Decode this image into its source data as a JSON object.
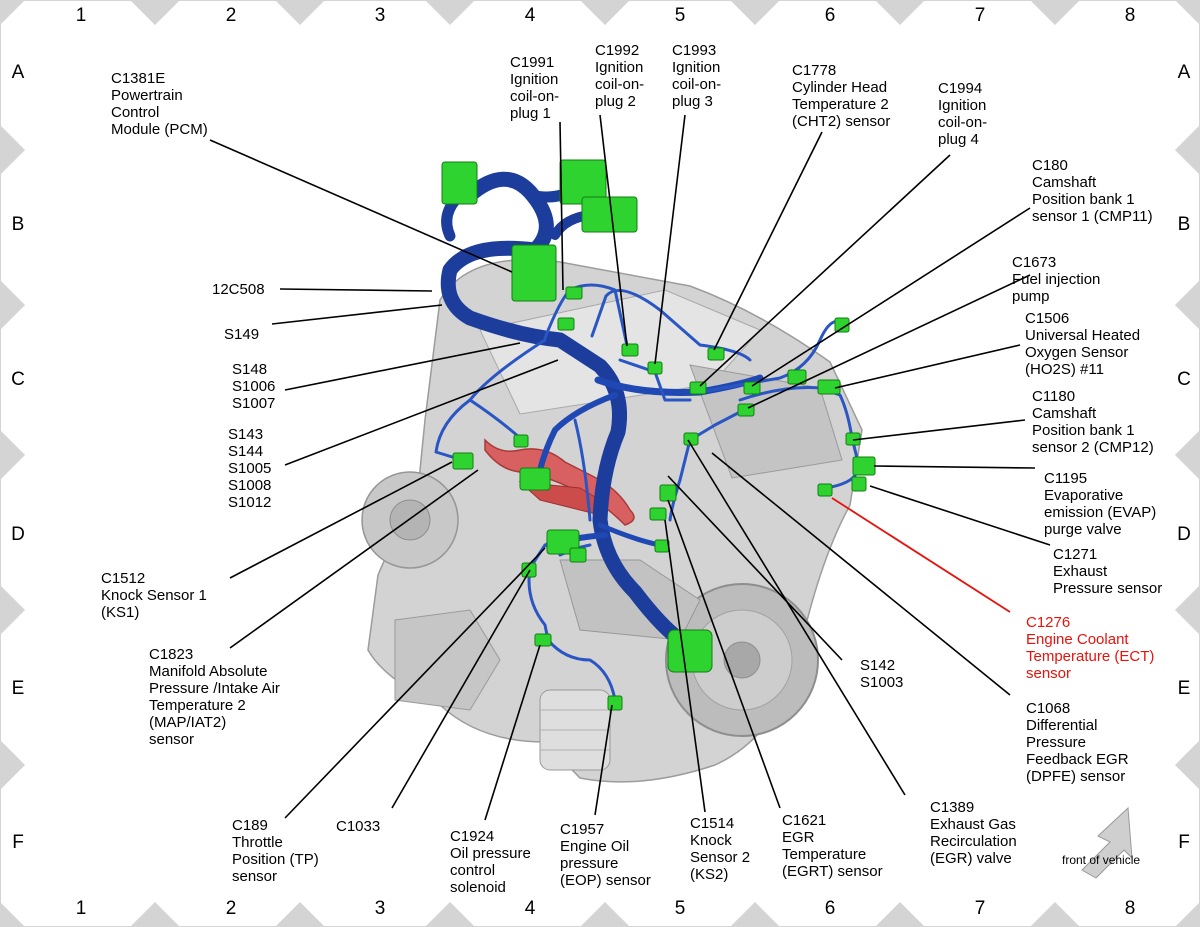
{
  "grid": {
    "columns": [
      "1",
      "2",
      "3",
      "4",
      "5",
      "6",
      "7",
      "8"
    ],
    "rows": [
      "A",
      "B",
      "C",
      "D",
      "E",
      "F"
    ]
  },
  "colors": {
    "harness_blue": "#1d3f9e",
    "connector_green": "#2fd32f",
    "highlight_red": "#e8120c",
    "engine_gray": "#cfcfcf"
  },
  "callouts": [
    {
      "id": "c1381e",
      "lines": [
        "C1381E",
        "Powertrain",
        "Control",
        "Module (PCM)"
      ]
    },
    {
      "id": "c1991",
      "lines": [
        "C1991",
        "Ignition",
        "coil-on-",
        "plug 1"
      ]
    },
    {
      "id": "c1992",
      "lines": [
        "C1992",
        "Ignition",
        "coil-on-",
        "plug 2"
      ]
    },
    {
      "id": "c1993",
      "lines": [
        "C1993",
        "Ignition",
        "coil-on-",
        "plug 3"
      ]
    },
    {
      "id": "c1778",
      "lines": [
        "C1778",
        "Cylinder Head",
        "Temperature 2",
        "(CHT2) sensor"
      ]
    },
    {
      "id": "c1994",
      "lines": [
        "C1994",
        "Ignition",
        "coil-on-",
        "plug 4"
      ]
    },
    {
      "id": "c180",
      "lines": [
        "C180",
        "Camshaft",
        "Position bank 1",
        "sensor 1 (CMP11)"
      ]
    },
    {
      "id": "c1673",
      "lines": [
        "C1673",
        "Fuel injection",
        "pump"
      ]
    },
    {
      "id": "c1506",
      "lines": [
        "C1506",
        "Universal Heated",
        "Oxygen Sensor",
        "(HO2S) #11"
      ]
    },
    {
      "id": "c1180",
      "lines": [
        "C1180",
        "Camshaft",
        "Position bank 1",
        "sensor 2 (CMP12)"
      ]
    },
    {
      "id": "c1195",
      "lines": [
        "C1195",
        "Evaporative",
        "emission (EVAP)",
        "purge valve"
      ]
    },
    {
      "id": "c1271",
      "lines": [
        "C1271",
        "Exhaust",
        "Pressure sensor"
      ]
    },
    {
      "id": "c1276",
      "lines": [
        "C1276",
        "Engine Coolant",
        "Temperature (ECT)",
        "sensor"
      ],
      "highlight": true
    },
    {
      "id": "c1068",
      "lines": [
        "C1068",
        "Differential",
        "Pressure",
        "Feedback EGR",
        "(DPFE) sensor"
      ]
    },
    {
      "id": "c1389",
      "lines": [
        "C1389",
        "Exhaust Gas",
        "Recirculation",
        "(EGR) valve"
      ]
    },
    {
      "id": "c1621",
      "lines": [
        "C1621",
        "EGR",
        "Temperature",
        "(EGRT) sensor"
      ]
    },
    {
      "id": "c1514",
      "lines": [
        "C1514",
        "Knock",
        "Sensor 2",
        "(KS2)"
      ]
    },
    {
      "id": "c1957",
      "lines": [
        "C1957",
        "Engine Oil",
        "pressure",
        "(EOP) sensor"
      ]
    },
    {
      "id": "c1924",
      "lines": [
        "C1924",
        "Oil pressure",
        "control",
        "solenoid"
      ]
    },
    {
      "id": "c1033",
      "lines": [
        "C1033"
      ]
    },
    {
      "id": "c189",
      "lines": [
        "C189",
        "Throttle",
        "Position (TP)",
        "sensor"
      ]
    },
    {
      "id": "c1823",
      "lines": [
        "C1823",
        "Manifold Absolute",
        "Pressure /Intake Air",
        "Temperature 2",
        "(MAP/IAT2)",
        "sensor"
      ]
    },
    {
      "id": "c1512",
      "lines": [
        "C1512",
        "Knock Sensor 1",
        "(KS1)"
      ]
    },
    {
      "id": "s143",
      "lines": [
        "S143",
        "S144",
        "S1005",
        "S1008",
        "S1012"
      ]
    },
    {
      "id": "s148",
      "lines": [
        "S148",
        "S1006",
        "S1007"
      ]
    },
    {
      "id": "s149",
      "lines": [
        "S149"
      ]
    },
    {
      "id": "12c508",
      "lines": [
        "12C508"
      ]
    },
    {
      "id": "s142",
      "lines": [
        "S142",
        "S1003"
      ]
    }
  ],
  "front_of_vehicle": "front of vehicle"
}
